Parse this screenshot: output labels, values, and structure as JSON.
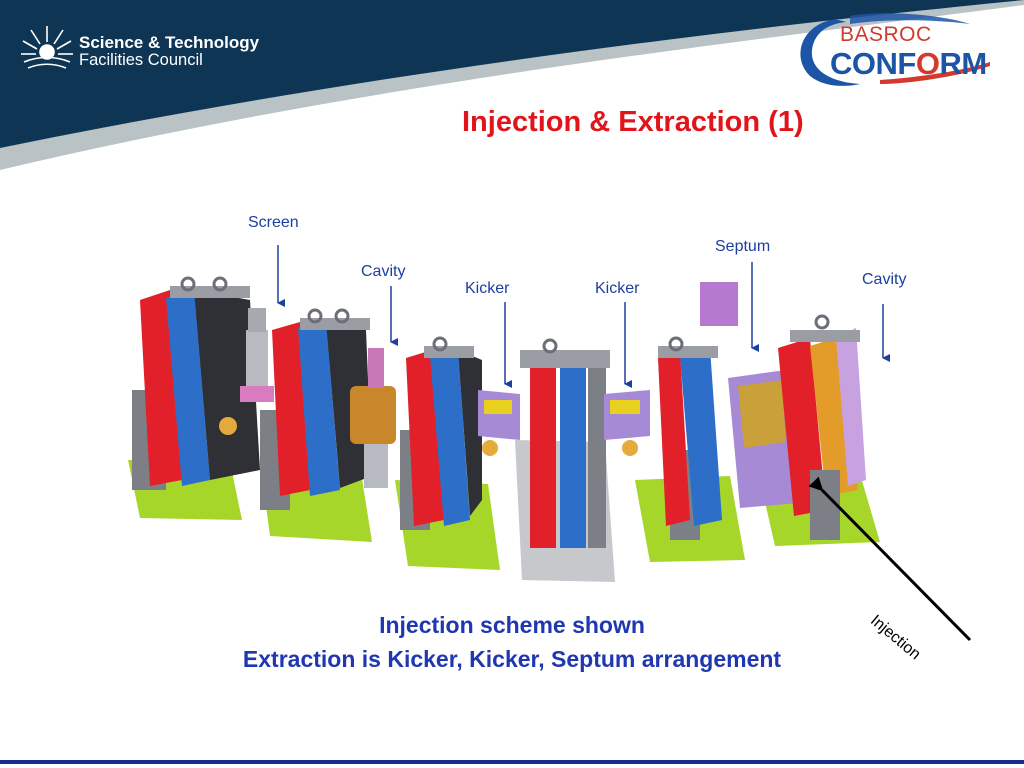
{
  "header": {
    "org_name_line1": "Science & Technology",
    "org_name_line2": "Facilities Council",
    "partner_logo_top": "BASROC",
    "partner_logo_main_pre": "CONF",
    "partner_logo_main_o": "O",
    "partner_logo_main_post": "RM"
  },
  "title": "Injection & Extraction (1)",
  "diagram": {
    "labels": {
      "screen": "Screen",
      "cavity_left": "Cavity",
      "kicker_1": "Kicker",
      "kicker_2": "Kicker",
      "septum": "Septum",
      "cavity_right": "Cavity",
      "injection": "Injection"
    }
  },
  "caption": {
    "line1": "Injection scheme shown",
    "line2": "Extraction is Kicker, Kicker, Septum arrangement"
  },
  "colors": {
    "header_navy": "#0f3554",
    "title_red": "#e2141b",
    "label_blue": "#1c3fa0",
    "caption_blue": "#1f37b0"
  }
}
